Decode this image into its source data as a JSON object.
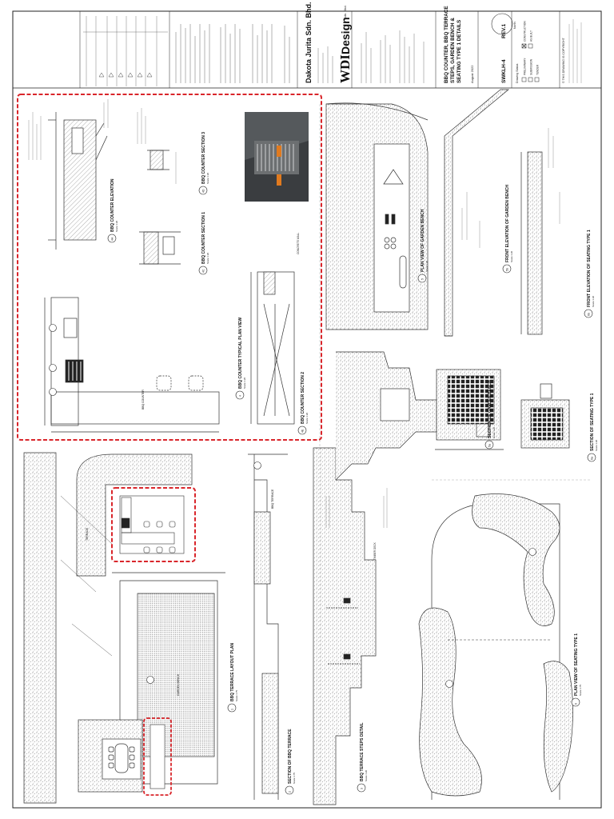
{
  "sheet": {
    "company_name": "Dakota Jurita Sdn. Bhd.",
    "brand_mark": "WDI",
    "brand_word": "Design",
    "brand_suffix": "Sdn. Bhd.",
    "sheet_title_line1": "BBQ COUNTER, BBQ TERRACE",
    "sheet_title_line2": "STEPS, GARDEN BENCH &",
    "sheet_title_line3": "SEATING TYPE 1 DETAILS",
    "drawing_number": "SWKLH-4",
    "revision": "REV.1",
    "date": "August 2022",
    "status_options": [
      "PRELIMINARY",
      "SUBMISSION",
      "TENDER",
      "CONSTRUCTION",
      "AS BUILT"
    ],
    "status_checked": "CONSTRUCTION",
    "drawing_status_label": "Drawing Status",
    "copyright_note": "© THIS DRAWING IS COPYRIGHT",
    "north_label": "North"
  },
  "views": {
    "bbq_elevation": {
      "tag": "4A",
      "title": "BBQ COUNTER ELEVATION",
      "scale": "Scale 1:20"
    },
    "bbq_plan": {
      "tag": "4",
      "title": "BBQ COUNTER TYPICAL PLAN VIEW",
      "scale": "Scale 1:20"
    },
    "bbq_section1": {
      "tag": "4C",
      "title": "BBQ COUNTER SECTION 1",
      "scale": "Scale 1:20"
    },
    "bbq_section2": {
      "tag": "4E",
      "title": "BBQ COUNTER SECTION 2",
      "scale": "Scale 1:20"
    },
    "bbq_section3": {
      "tag": "4D",
      "title": "BBQ COUNTER SECTION 3",
      "scale": "Scale 1:20"
    },
    "bench_plan": {
      "tag": "5",
      "title": "PLAN VIEW OF GARDEN BENCH",
      "scale": "Scale 1:20"
    },
    "bench_front": {
      "tag": "5b",
      "title": "FRONT ELEVATION OF GARDEN BENCH",
      "scale": "Scale 1:20"
    },
    "bench_section": {
      "tag": "5a",
      "title": "SECTION OF GARDEN BENCH",
      "scale": "Scale 1:20"
    },
    "seat_front": {
      "tag": "6b",
      "title": "FRONT ELEVATION OF SEATING TYPE 1",
      "scale": "Scale 1:20"
    },
    "seat_section": {
      "tag": "6a",
      "title": "SECTION OF SEATING TYPE 1",
      "scale": "Scale 1:20"
    },
    "seat_plan": {
      "tag": "6",
      "title": "PLAN VIEW OF SEATING TYPE 1",
      "scale": "Scale 1:75"
    },
    "terrace_layout": {
      "tag": "1",
      "title": "BBQ TERRACE LAYOUT PLAN",
      "scale": "Scale 1:75"
    },
    "terrace_section": {
      "tag": "2",
      "title": "SECTION OF BBQ TERRACE",
      "scale": "Scale 1:75"
    },
    "steps_detail": {
      "tag": "3",
      "title": "BBQ TERRACE STEPS DETAIL",
      "scale": "Scale 1:20"
    }
  },
  "annotations": {
    "bbq_counter_label": "BBQ COUNTER",
    "bbq_terrace_label": "BBQ TERRACE",
    "garden_bench_label": "GARDEN BENCH",
    "concrete_wall": "CONCRETE WALL",
    "terrace_label": "TERRACE",
    "timber_deck": "TIMBER DECK"
  },
  "colors": {
    "revision_cloud": "#d9262b",
    "linework": "#222222",
    "hatch": "#9a9a9a",
    "photo_dark": "#3a3d40"
  }
}
